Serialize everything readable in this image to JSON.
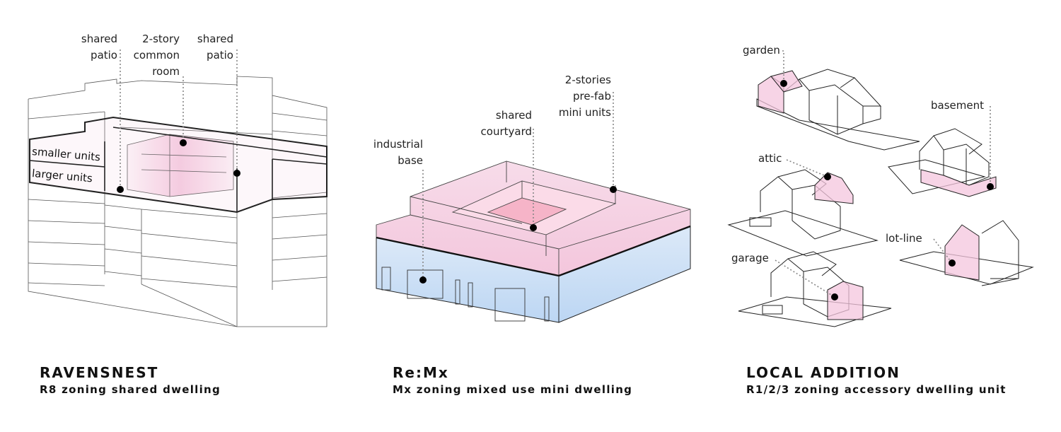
{
  "panels": [
    {
      "title": "RAVENSNEST",
      "subtitle": "R8 zoning shared dwelling",
      "labels": {
        "shared_patio_left": "shared\npatio",
        "common_room": "2-story\ncommon\nroom",
        "shared_patio_right": "shared\npatio",
        "smaller_units": "smaller units",
        "larger_units": "larger units"
      }
    },
    {
      "title": "Re:Mx",
      "subtitle": "Mx zoning mixed use mini dwelling",
      "labels": {
        "industrial_base": "industrial\nbase",
        "shared_courtyard": "shared\ncourtyard",
        "prefab": "2-stories\npre-fab\nmini units"
      }
    },
    {
      "title": "LOCAL ADDITION",
      "subtitle": "R1/2/3 zoning accessory dwelling unit",
      "labels": {
        "garden": "garden",
        "basement": "basement",
        "attic": "attic",
        "lot_line": "lot-line",
        "garage": "garage"
      }
    }
  ],
  "colors": {
    "pink": "#f4c6dd",
    "blue": "#cfe3f7",
    "line": "#222222",
    "leader": "#888888"
  }
}
